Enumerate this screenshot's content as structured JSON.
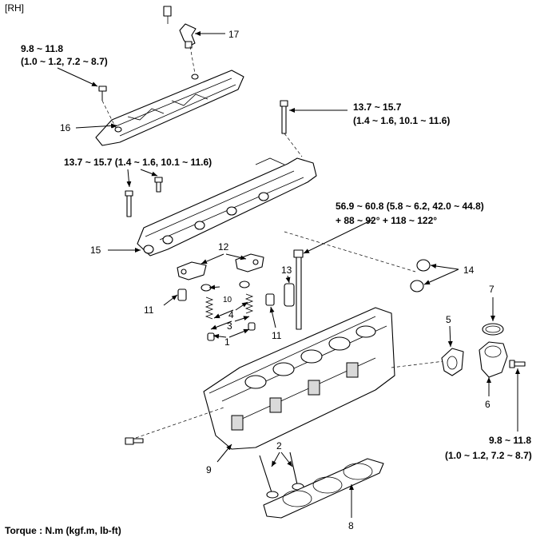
{
  "side_tag": "[RH]",
  "footer": "Torque : N.m (kgf.m, lb-ft)",
  "callouts": {
    "c1": "1",
    "c2": "2",
    "c3": "3",
    "c4": "4",
    "c5": "5",
    "c6": "6",
    "c7": "7",
    "c8": "8",
    "c9": "9",
    "c10": "10",
    "c11a": "11",
    "c11b": "11",
    "c12": "12",
    "c13": "13",
    "c14": "14",
    "c15": "15",
    "c16": "16",
    "c17": "17"
  },
  "torques": {
    "cover16_l1": "9.8 ~ 11.8",
    "cover16_l2": "(1.0 ~ 1.2, 7.2 ~ 8.7)",
    "upper_l1": "13.7 ~ 15.7",
    "upper_l2": "(1.4 ~ 1.6, 10.1 ~ 11.6)",
    "lower15": "13.7 ~ 15.7 (1.4 ~ 1.6, 10.1 ~ 11.6)",
    "headbolt_l1": "56.9 ~ 60.8 (5.8 ~ 6.2, 42.0 ~ 44.8)",
    "headbolt_l2": "+ 88 ~ 92° + 118 ~ 122°",
    "outlet_l1": "9.8 ~ 11.8",
    "outlet_l2": "(1.0 ~ 1.2, 7.2 ~ 8.7)"
  }
}
